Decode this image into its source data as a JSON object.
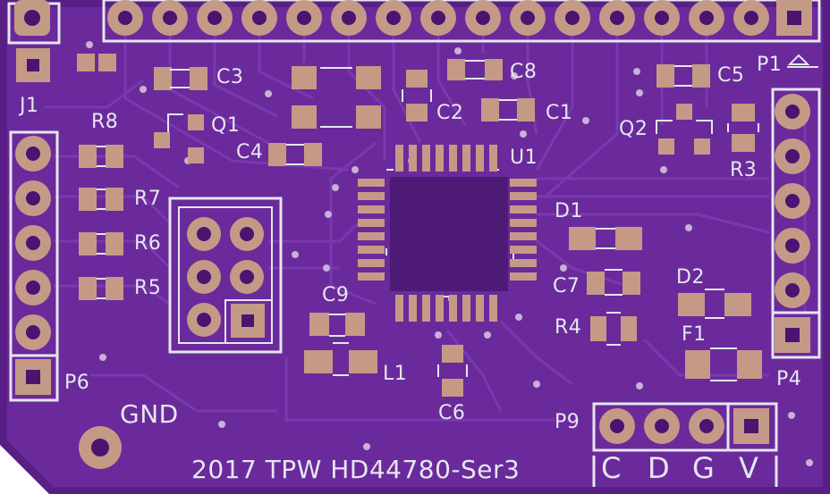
{
  "board": {
    "colors": {
      "substrate": "#5a1f86",
      "copper": "#6a2a9c",
      "trace": "#7a3aae",
      "pad": "#c49a86",
      "silkscreen": "#e6e6ee",
      "hole": "#4a1470"
    },
    "title_text": "2017 TPW HD44780-Ser3",
    "gnd_label": "GND",
    "headers": {
      "top": {
        "designator": "P1",
        "pins": 16
      },
      "right": {
        "designator": "P4",
        "pins": 6
      },
      "left": {
        "designator": "P6",
        "pins": 6
      },
      "bottom": {
        "designator": "P9",
        "pins": 4,
        "pin_labels": [
          "C",
          "D",
          "G",
          "V"
        ]
      },
      "jumper": {
        "designator": "J1"
      }
    },
    "components": {
      "capacitors": [
        "C1",
        "C2",
        "C3",
        "C4",
        "C5",
        "C6",
        "C7",
        "C8",
        "C9"
      ],
      "resistors": [
        "R3",
        "R4",
        "R5",
        "R6",
        "R7",
        "R8"
      ],
      "transistors": [
        "Q1",
        "Q2"
      ],
      "diodes": [
        "D1",
        "D2"
      ],
      "ic": "U1",
      "inductor": "L1",
      "fuse": "F1"
    }
  }
}
